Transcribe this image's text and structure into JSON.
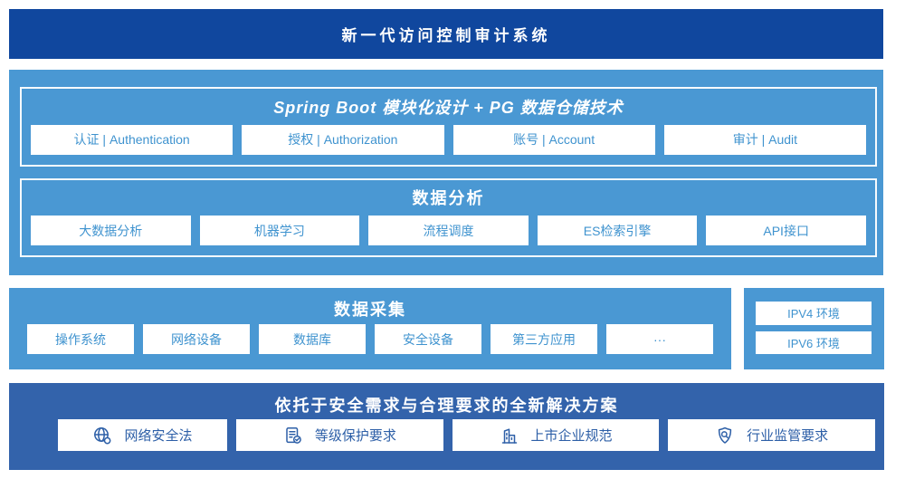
{
  "colors": {
    "banner_bg": "#10479e",
    "mid_bg": "#4a98d3",
    "solution_bg": "#3363ab",
    "chip_text": "#3f93cf",
    "solution_text": "#2d5fa7"
  },
  "banner": {
    "title": "新一代访问控制审计系统"
  },
  "platform": {
    "springboot": {
      "title": "Spring Boot 模块化设计 + PG 数据仓储技术",
      "items": [
        "认证 | Authentication",
        "授权 | Authorization",
        "账号 | Account",
        "审计 | Audit"
      ]
    },
    "analysis": {
      "title": "数据分析",
      "items": [
        "大数据分析",
        "机器学习",
        "流程调度",
        "ES检索引擎",
        "API接口"
      ]
    }
  },
  "collection": {
    "title": "数据采集",
    "items": [
      "操作系统",
      "网络设备",
      "数据库",
      "安全设备",
      "第三方应用",
      "···"
    ],
    "env": {
      "items": [
        "IPV4 环境",
        "IPV6 环境"
      ]
    }
  },
  "solution": {
    "title": "依托于安全需求与合理要求的全新解决方案",
    "items": [
      {
        "icon": "globe-icon",
        "label": "网络安全法"
      },
      {
        "icon": "document-check-icon",
        "label": "等级保护要求"
      },
      {
        "icon": "building-icon",
        "label": "上市企业规范"
      },
      {
        "icon": "shield-search-icon",
        "label": "行业监管要求"
      }
    ]
  }
}
